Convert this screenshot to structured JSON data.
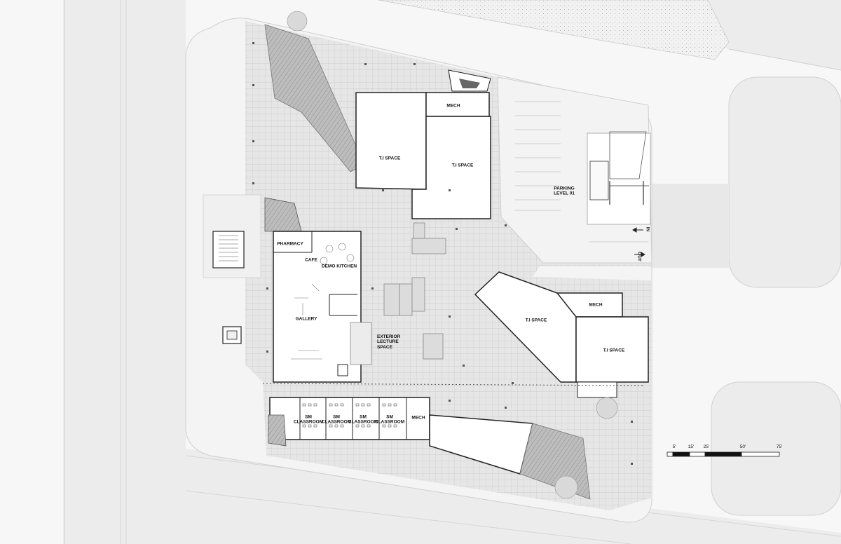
{
  "spaces": {
    "ti_space_1": "T.I SPACE",
    "ti_space_2": "T.I SPACE",
    "ti_space_3": "T.I SPACE",
    "ti_space_4": "T.I SPACE",
    "mech_1": "MECH",
    "mech_2": "MECH",
    "mech_3": "MECH",
    "pharmacy": "PHARMACY",
    "cafe": "CAFE",
    "demo_kitchen": "DEMO KITCHEN",
    "gallery": "GALLERY",
    "exterior_lecture_space": [
      "EXTERIOR",
      "LECTURE",
      "SPACE"
    ],
    "parking": [
      "PARKING",
      "LEVEL 01"
    ],
    "classrooms": [
      {
        "line1": "SM",
        "line2": "CLASSROOM"
      },
      {
        "line1": "SM",
        "line2": "CLASSROOM"
      },
      {
        "line1": "SM",
        "line2": "CLASSROOM"
      },
      {
        "line1": "SM",
        "line2": "CLASSROOM"
      }
    ]
  },
  "parking_flow": {
    "in": "IN",
    "out": "OUT"
  },
  "scale_bar": {
    "ticks": [
      "5'",
      "15'",
      "25'",
      "50'",
      "75'"
    ]
  },
  "colors": {
    "ground": "#f0f0f0",
    "paving": "#e5e5e5",
    "building_fill": "#ffffff",
    "walls": "#2a2a2a",
    "landscape": "#bdbdbd",
    "street": "#ececec"
  }
}
